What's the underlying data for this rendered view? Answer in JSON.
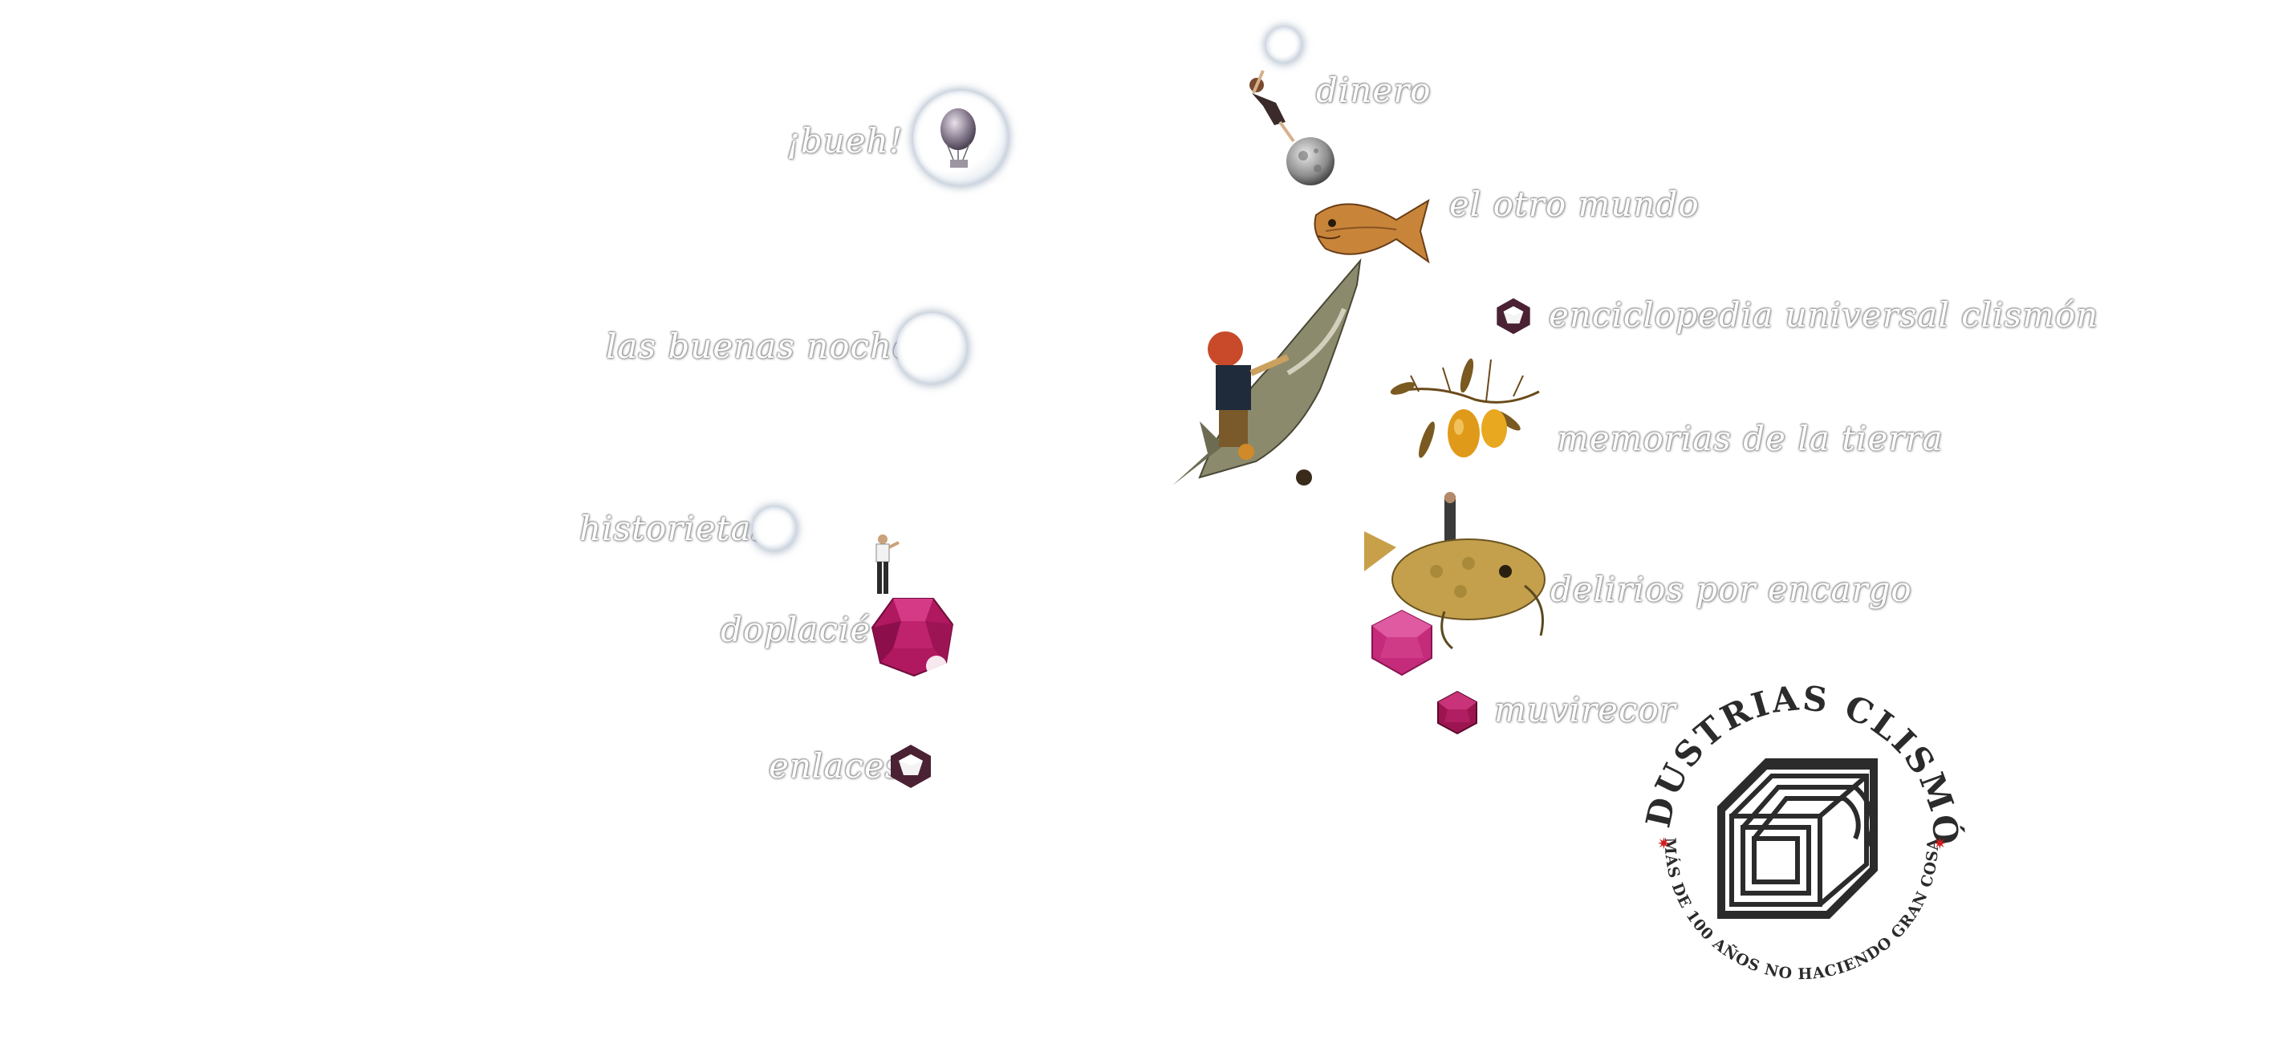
{
  "menu": {
    "bueh": "¡bueh!",
    "buenas_noches": "las buenas noches",
    "historietas": "historietas",
    "doplacie": "doplacié",
    "enlaces": "enlaces",
    "dinero": "dinero",
    "otro_mundo": "el otro mundo",
    "enciclopedia": "enciclopedia universal clismón",
    "memorias": "memorias de la tierra",
    "delirios": "delirios por encargo",
    "muvirecor": "muvirecor"
  },
  "seal": {
    "top_text": "INDUSTRIAS CLISMÓN",
    "bottom_text": "MÁS DE 100 AÑOS NO HACIENDO GRAN COSA"
  },
  "icons": {
    "bubble": "bubble-icon",
    "gem": "crystal-gem-icon",
    "balloon": "balloon-icon"
  },
  "colors": {
    "gem_magenta": "#b0185f",
    "seal_ink": "#2b2b2b",
    "seal_star": "#d01c1c"
  }
}
